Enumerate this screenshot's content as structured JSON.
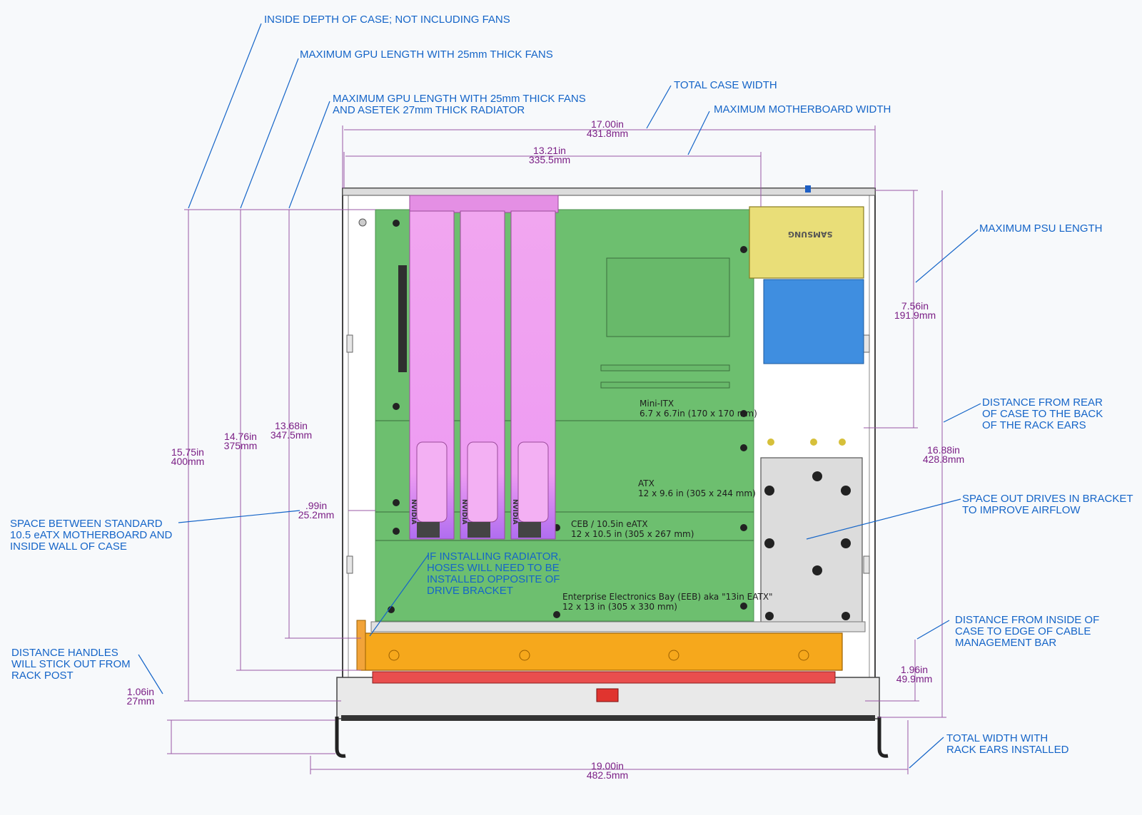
{
  "annotations": {
    "inside_depth": "INSIDE DEPTH OF CASE; NOT INCLUDING FANS",
    "gpu_len_fans": "MAXIMUM GPU LENGTH WITH 25mm THICK FANS",
    "gpu_len_radiator": "MAXIMUM GPU LENGTH WITH 25mm THICK FANS\nAND ASETEK 27mm THICK RADIATOR",
    "total_case_width": "TOTAL CASE WIDTH",
    "max_mb_width": "MAXIMUM MOTHERBOARD WIDTH",
    "max_psu_length": "MAXIMUM PSU LENGTH",
    "rear_to_ears": "DISTANCE FROM REAR\nOF CASE TO THE BACK\nOF THE RACK EARS",
    "space_drives": "SPACE OUT DRIVES IN BRACKET\nTO IMPROVE AIRFLOW",
    "space_eatx": "SPACE BETWEEN STANDARD\n10.5 eATX MOTHERBOARD AND\nINSIDE WALL OF CASE",
    "radiator_hoses": "IF INSTALLING RADIATOR,\nHOSES WILL NEED TO BE\nINSTALLED OPPOSITE OF\nDRIVE BRACKET",
    "cable_bar": "DISTANCE FROM INSIDE OF\nCASE TO EDGE OF CABLE\nMANAGEMENT BAR",
    "handles": "DISTANCE HANDLES\nWILL STICK OUT FROM\nRACK POST",
    "total_width_ears": "TOTAL WIDTH WITH\nRACK EARS INSTALLED"
  },
  "dimensions": {
    "case_width": {
      "in": "17.00in",
      "mm": "431.8mm"
    },
    "mb_width": {
      "in": "13.21in",
      "mm": "335.5mm"
    },
    "psu_length": {
      "in": "7.56in",
      "mm": "191.9mm"
    },
    "rear_to_ears": {
      "in": "16.88in",
      "mm": "428.8mm"
    },
    "inside_depth": {
      "in": "15.75in",
      "mm": "400mm"
    },
    "gpu_fans": {
      "in": "14.76in",
      "mm": "375mm"
    },
    "gpu_radiator": {
      "in": "13.68in",
      "mm": "347.5mm"
    },
    "eatx_gap": {
      "in": ".99in",
      "mm": "25.2mm"
    },
    "cable_bar": {
      "in": "1.96in",
      "mm": "49.9mm"
    },
    "handles": {
      "in": "1.06in",
      "mm": "27mm"
    },
    "total_width": {
      "in": "19.00in",
      "mm": "482.5mm"
    }
  },
  "form_factors": {
    "mini_itx": "Mini-ITX\n6.7 x 6.7in (170 x 170 mm)",
    "atx": "ATX\n12 x 9.6 in (305 x 244 mm)",
    "ceb": "CEB / 10.5in eATX\n12 x 10.5 in (305 x 267 mm)",
    "eeb": "Enterprise Electronics Bay (EEB) aka \"13in EATX\"\n12 x 13 in (305 x 330 mm)"
  },
  "component_labels": {
    "psu_brand": "SAMSUNG",
    "gpu_brand": "NVIDIA"
  },
  "colors": {
    "annotation": "#1565c8",
    "dimension": "#7b1f86",
    "motherboard": "#6dbf6f",
    "gpu": "#ee9ef0",
    "psu": "#e9de78",
    "psu_blue": "#3f8ee0",
    "radiator": "#f6a81c",
    "fans": "#e94e4e"
  }
}
